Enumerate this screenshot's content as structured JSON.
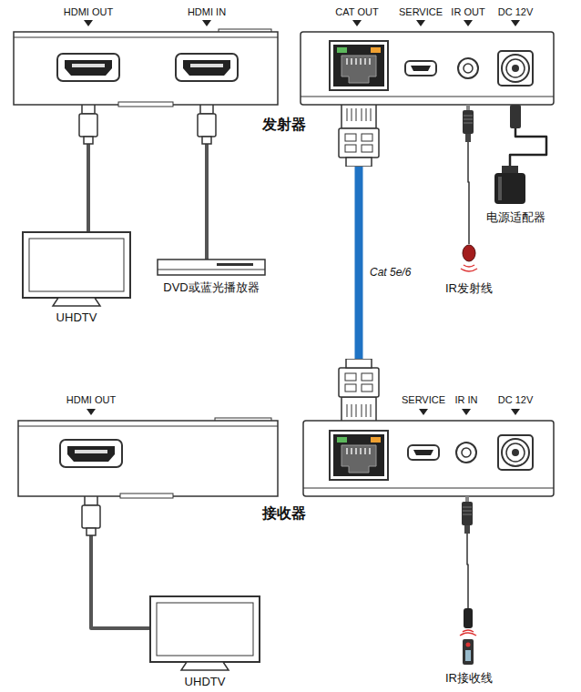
{
  "diagram": {
    "nodes": [
      {
        "text": [
          "HDMI OUT",
          "HDMI IN"
        ]
      },
      {
        "text": [
          "CAT OUT",
          "SERVICE",
          "IR OUT",
          "DC 12V",
          "发射器"
        ]
      },
      {
        "text": [
          "UHDTV"
        ]
      },
      {
        "text": [
          "DVD或蓝光播放器"
        ]
      },
      {
        "text": [
          "电源适配器"
        ]
      },
      {
        "text": [
          "IR发射线"
        ]
      },
      {
        "text": [
          "HDMI OUT"
        ]
      },
      {
        "text": [
          "SERVICE",
          "IR IN",
          "DC 12V",
          "接收器"
        ]
      },
      {
        "text": [
          "UHDTV"
        ]
      },
      {
        "text": [
          "IR接收线"
        ]
      }
    ],
    "edges": [
      {
        "from": 0,
        "to": 2,
        "arrow": "none"
      },
      {
        "from": 0,
        "to": 3,
        "arrow": "none"
      },
      {
        "from": 1,
        "to": 7,
        "label": "Cat 5e/6",
        "arrow": "none"
      },
      {
        "from": 1,
        "to": 4,
        "arrow": "none"
      },
      {
        "from": 1,
        "to": 5,
        "arrow": "none"
      },
      {
        "from": 6,
        "to": 8,
        "arrow": "none"
      },
      {
        "from": 7,
        "to": 9,
        "arrow": "none"
      }
    ]
  }
}
